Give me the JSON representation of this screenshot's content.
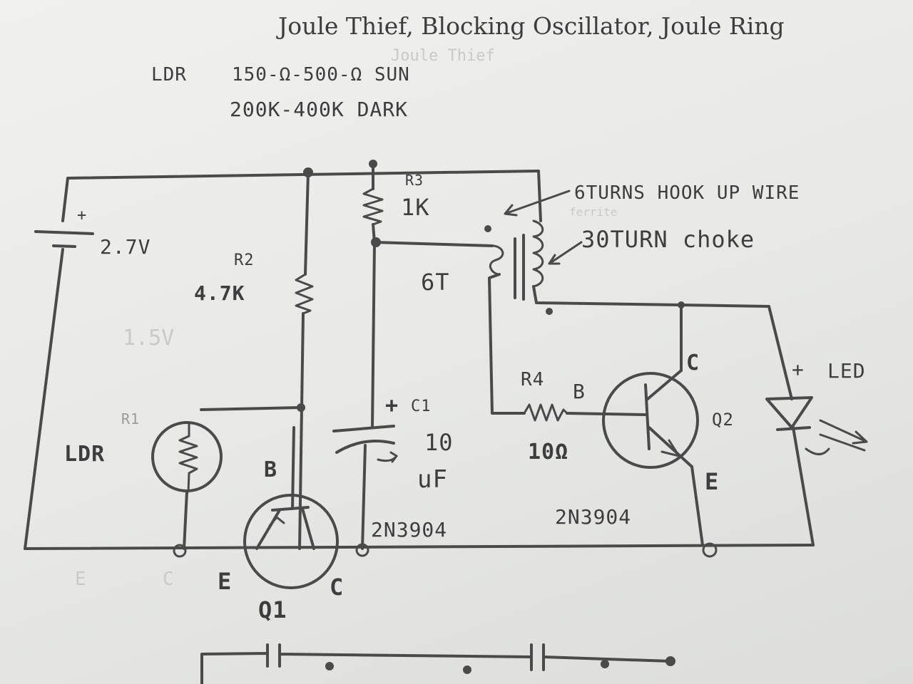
{
  "title": "Joule Thief, Blocking Oscillator, Joule Ring",
  "ldr_notes": {
    "line1_label": "LDR",
    "line1_value": "150-Ω-500-Ω SUN",
    "line2_value": "200K-400K DARK"
  },
  "battery": {
    "polarity": "+",
    "voltage": "2.7V"
  },
  "r2": {
    "name": "R2",
    "value": "4.7K"
  },
  "r3": {
    "name": "R3",
    "value": "1K"
  },
  "r1": {
    "name": "R1",
    "label": "LDR"
  },
  "c1": {
    "polarity": "+",
    "name": "C1",
    "value_line1": "10",
    "value_line2": "uF"
  },
  "transformer": {
    "primary_note": "6TURNS HOOK UP WIRE",
    "secondary_note": "30TURN choke",
    "primary_label": "6T"
  },
  "r4": {
    "name": "R4",
    "value": "10Ω"
  },
  "q1": {
    "name": "Q1",
    "part": "2N3904",
    "base": "B",
    "emitter": "E",
    "collector": "C"
  },
  "q2": {
    "name": "Q2",
    "part": "2N3904",
    "base": "B",
    "emitter": "E",
    "collector": "C"
  },
  "led": {
    "polarity": "+",
    "label": "LED"
  },
  "faint_traces": [
    "Joule Thief",
    "ferrite",
    "1.5V",
    "E",
    "C"
  ]
}
